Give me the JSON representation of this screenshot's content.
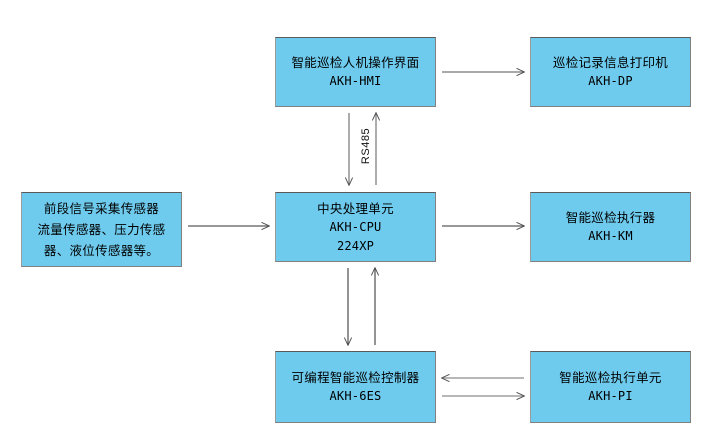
{
  "diagram": {
    "title": "AKH intelligent inspection system block diagram",
    "background_color": "#ffffff",
    "node_fill_color": "#6ecbee",
    "node_border_color": "#808080",
    "connector_color": "#595959",
    "nodes": [
      {
        "id": "hmi",
        "line1": "智能巡检人机操作界面",
        "line2": "AKH-HMI"
      },
      {
        "id": "printer",
        "line1": "巡检记录信息打印机",
        "line2": "AKH-DP"
      },
      {
        "id": "sensor",
        "line1": "前段信号采集传感器",
        "line2": "流量传感器、压力传感",
        "line3": "器、液位传感器等。"
      },
      {
        "id": "cpu",
        "line1": "中央处理单元",
        "line2": "AKH-CPU",
        "line3": "224XP"
      },
      {
        "id": "actuator",
        "line1": "智能巡检执行器",
        "line2": "AKH-KM"
      },
      {
        "id": "plc",
        "line1": "可编程智能巡检控制器",
        "line2": "AKH-6ES"
      },
      {
        "id": "unit",
        "line1": "智能巡检执行单元",
        "line2": "AKH-PI"
      }
    ],
    "connectors": [
      {
        "id": "hmi-to-printer",
        "from": "hmi",
        "to": "printer",
        "direction": "right",
        "label": ""
      },
      {
        "id": "hmi-to-cpu",
        "from": "hmi",
        "to": "cpu",
        "direction": "down",
        "label": "RS485"
      },
      {
        "id": "cpu-to-hmi",
        "from": "cpu",
        "to": "hmi",
        "direction": "up",
        "label": "RS485"
      },
      {
        "id": "sensor-to-cpu",
        "from": "sensor",
        "to": "cpu",
        "direction": "right",
        "label": ""
      },
      {
        "id": "cpu-to-actuator",
        "from": "cpu",
        "to": "actuator",
        "direction": "right",
        "label": ""
      },
      {
        "id": "cpu-to-plc",
        "from": "cpu",
        "to": "plc",
        "direction": "down",
        "label": ""
      },
      {
        "id": "plc-to-cpu",
        "from": "plc",
        "to": "cpu",
        "direction": "up",
        "label": ""
      },
      {
        "id": "unit-to-plc",
        "from": "unit",
        "to": "plc",
        "direction": "left",
        "label": ""
      },
      {
        "id": "plc-to-unit",
        "from": "plc",
        "to": "unit",
        "direction": "right",
        "label": ""
      }
    ],
    "labels": {
      "rs485": "RS485"
    }
  }
}
